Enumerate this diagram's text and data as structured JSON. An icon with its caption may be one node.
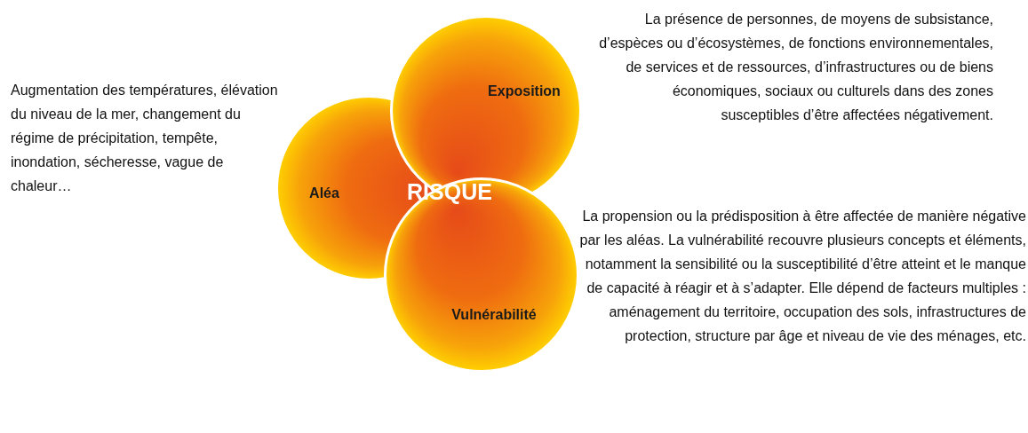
{
  "diagram": {
    "nodes": [
      {
        "text": [
          "Aléa"
        ],
        "beside": [
          "Augmentation des températures, élévation du niveau de la mer,  changement du régime de précipitation, tempête, inondation, sécheresse, vague de chaleur…"
        ]
      },
      {
        "text": [
          "Exposition"
        ],
        "beside": [
          "La présence de personnes, de moyens de subsistance, d’espèces ou d’écosystèmes, de fonctions environnementales, de services et de ressources, d’infrastructures ou de biens économiques, sociaux ou culturels dans des zones susceptibles d’être affectées négativement."
        ]
      },
      {
        "text": [
          "Vulnérabilité"
        ],
        "beside": [
          "La propension ou la prédisposition à être affectée de manière négative par les aléas. La vulnérabilité recouvre plusieurs concepts et éléments, notamment la sensibilité  ou la susceptibilité d’être atteint et le manque de capacité à réagir et à s’adapter. Elle dépend de facteurs multiples : aménagement du territoire, occupation des sols, infrastructures de protection, structure par âge et niveau de vie des ménages, etc."
        ]
      }
    ],
    "labels": [
      "RISQUE"
    ]
  }
}
